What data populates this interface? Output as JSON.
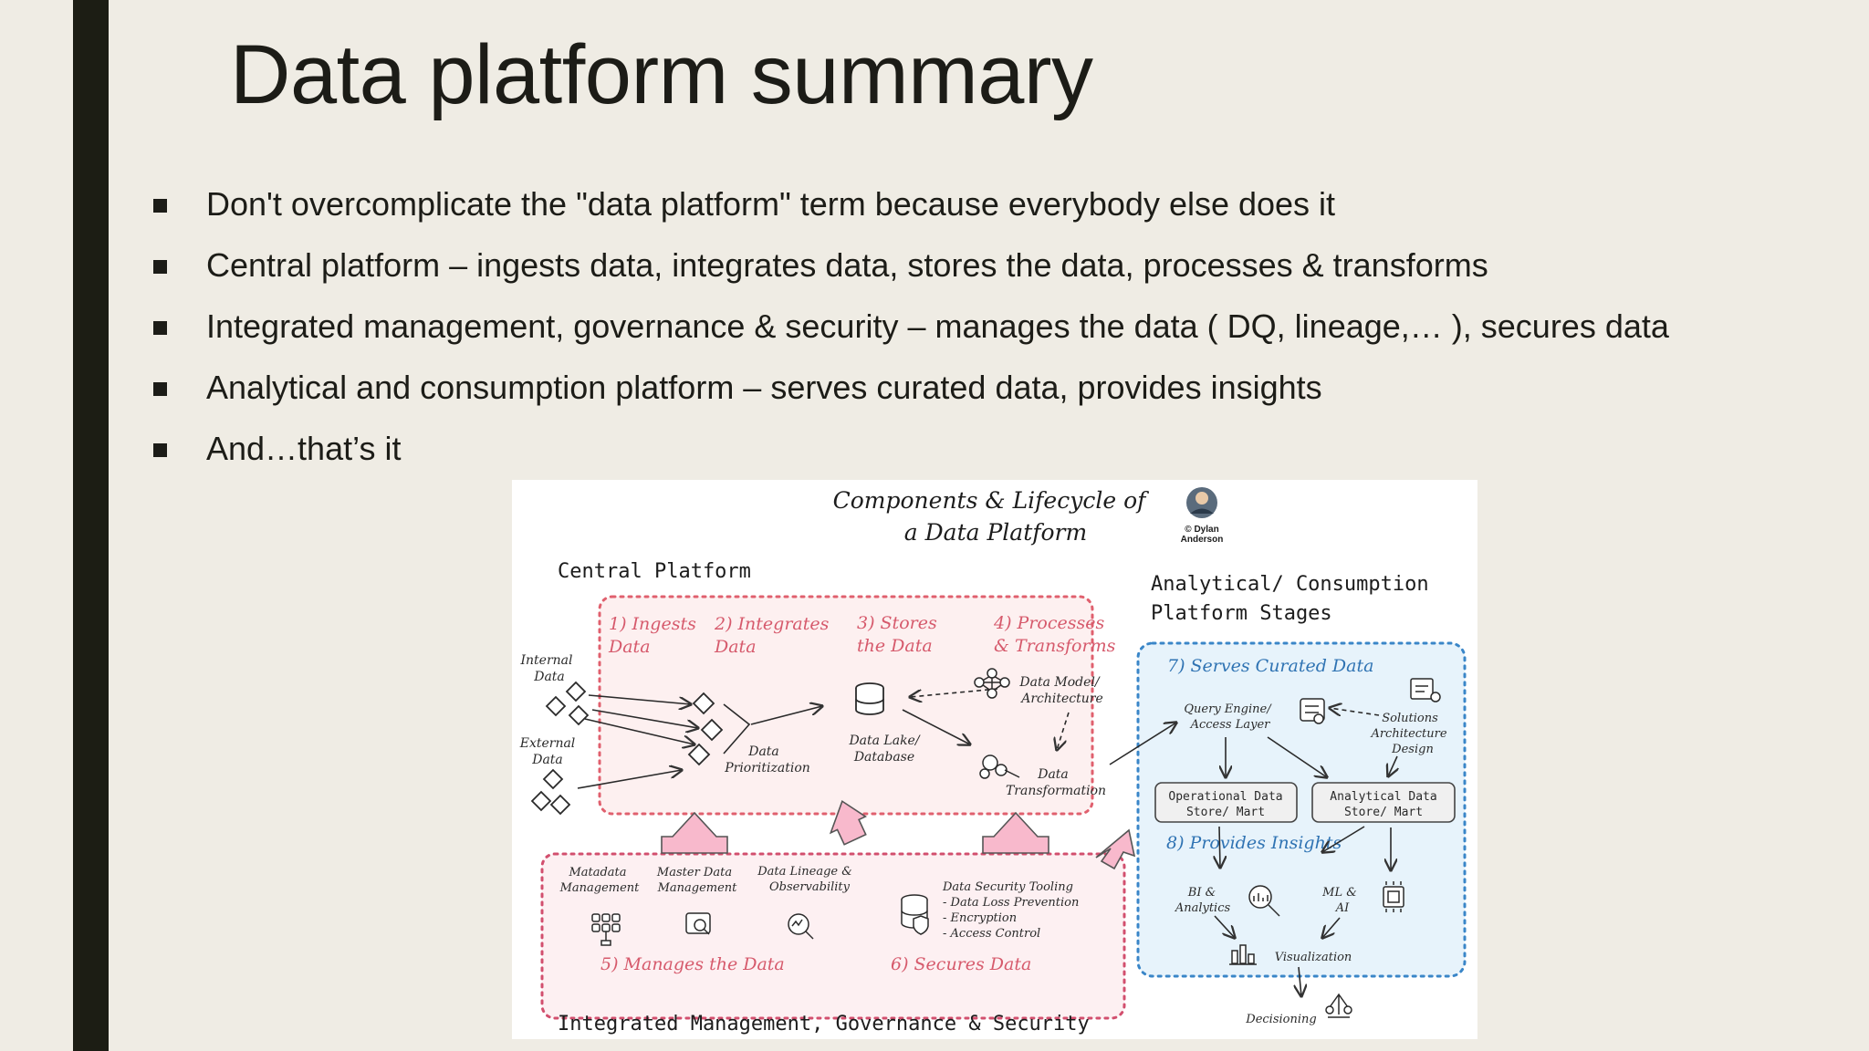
{
  "slide": {
    "title": "Data platform summary",
    "bullets": [
      "Don't overcomplicate the \"data platform\" term because everybody else does it",
      "Central platform – ingests data, integrates data, stores the data, processes & transforms",
      "Integrated management, governance & security – manages the data ( DQ, lineage,… ), secures data",
      "Analytical and consumption platform – serves curated data, provides insights",
      "And…that’s it"
    ]
  },
  "diagram": {
    "title_line1": "Components & Lifecycle of",
    "title_line2": "a Data Platform",
    "credit_line1": "© Dylan",
    "credit_line2": "Anderson",
    "central_label": "Central Platform",
    "analytical_label_line1": "Analytical/ Consumption",
    "analytical_label_line2": "Platform Stages",
    "governance_label": "Integrated Management, Governance & Security",
    "stages": {
      "s1_a": "1) Ingests",
      "s1_b": "Data",
      "s2_a": "2) Integrates",
      "s2_b": "Data",
      "s3_a": "3) Stores",
      "s3_b": "the Data",
      "s4_a": "4) Processes",
      "s4_b": "& Transforms",
      "s5": "5) Manages the Data",
      "s6": "6) Secures Data",
      "s7": "7) Serves Curated Data",
      "s8": "8) Provides Insights"
    },
    "nodes": {
      "internal_a": "Internal",
      "internal_b": "Data",
      "external_a": "External",
      "external_b": "Data",
      "prior_a": "Data",
      "prior_b": "Prioritization",
      "lake_a": "Data Lake/",
      "lake_b": "Database",
      "model_a": "Data Model/",
      "model_b": "Architecture",
      "transf_a": "Data",
      "transf_b": "Transformation",
      "meta_a": "Matadata",
      "meta_b": "Management",
      "master_a": "Master Data",
      "master_b": "Management",
      "lineage_a": "Data Lineage &",
      "lineage_b": "Observability",
      "sec_head": "Data Security Tooling",
      "sec_1": "- Data Loss Prevention",
      "sec_2": "- Encryption",
      "sec_3": "- Access Control",
      "query_a": "Query Engine/",
      "query_b": "Access Layer",
      "sol_a": "Solutions",
      "sol_b": "Architecture",
      "sol_c": "Design",
      "ods_a": "Operational Data",
      "ods_b": "Store/ Mart",
      "ads_a": "Analytical Data",
      "ads_b": "Store/ Mart",
      "bi_a": "BI &",
      "bi_b": "Analytics",
      "ml_a": "ML &",
      "ml_b": "AI",
      "viz": "Visualization",
      "decision": "Decisioning"
    },
    "colors": {
      "central_border": "#e0606e",
      "central_fill": "#fdf0f0",
      "stage_text": "#d65a6c",
      "analytics_border": "#3a86c8",
      "analytics_fill": "#e7f3fb",
      "analytics_text": "#2f73b3",
      "arrow_pink": "#f8b9cc"
    }
  }
}
